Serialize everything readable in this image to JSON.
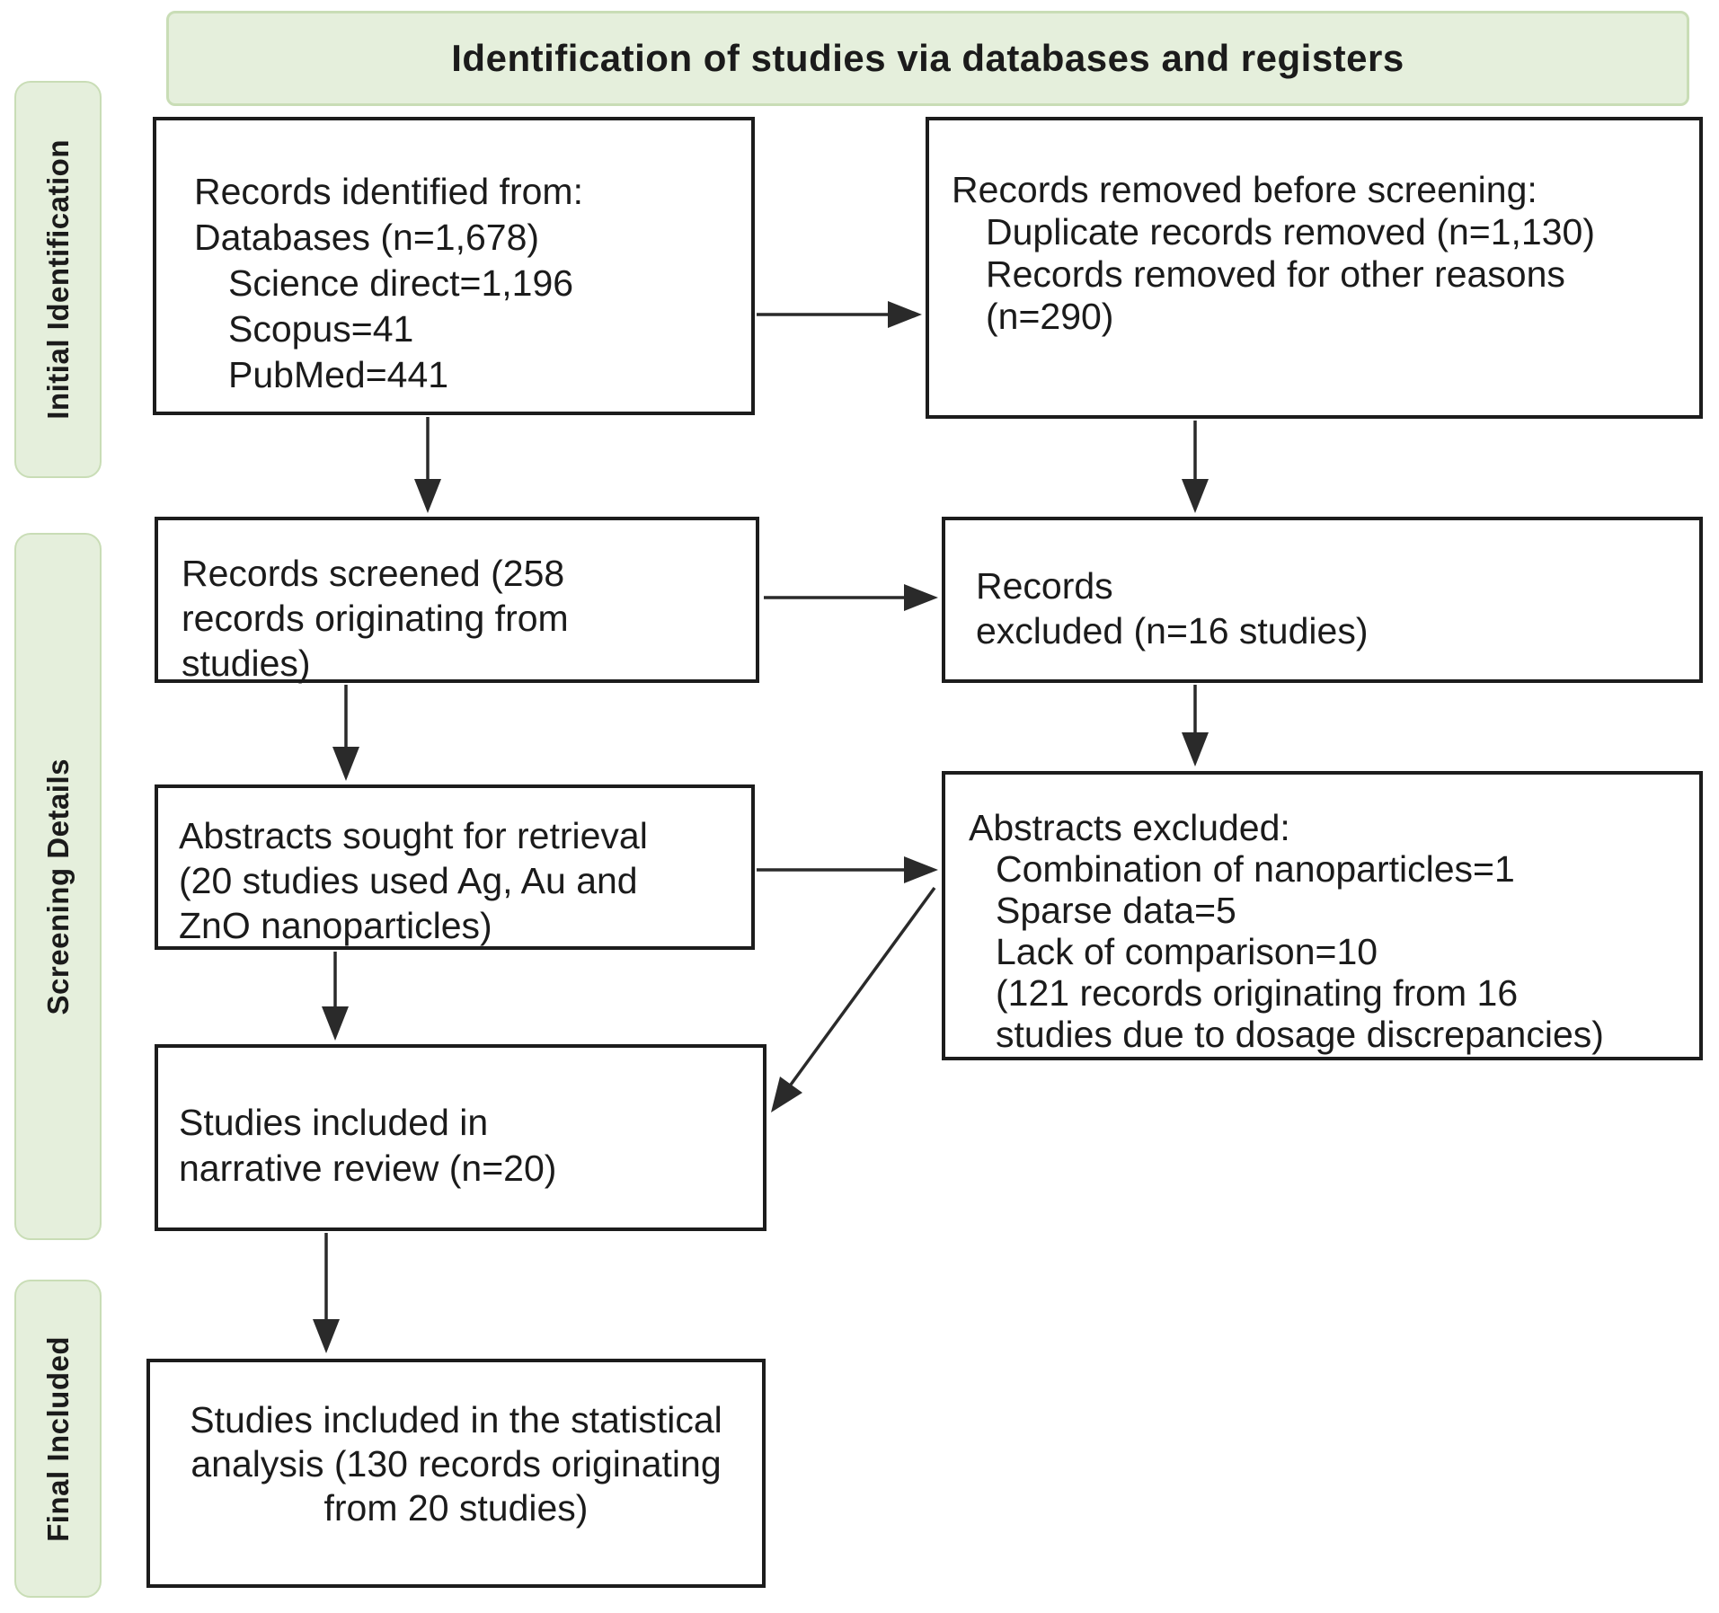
{
  "header": {
    "title": "Identification of studies via databases and registers"
  },
  "sidebar": {
    "sections": [
      {
        "label": "Initial Identification"
      },
      {
        "label": "Screening Details"
      },
      {
        "label": "Final Included"
      }
    ]
  },
  "boxes": {
    "records_identified": {
      "lines": [
        {
          "text": "Records identified from:"
        },
        {
          "text": "Databases (n=1,678)"
        },
        {
          "text": "Science direct=1,196"
        },
        {
          "text": "Scopus=41"
        },
        {
          "text": "PubMed=441"
        }
      ]
    },
    "records_removed": {
      "lines": [
        {
          "text": "Records removed before screening:"
        },
        {
          "text": "Duplicate records removed (n=1,130)"
        },
        {
          "text": "Records removed for other reasons"
        },
        {
          "text": "(n=290)"
        }
      ]
    },
    "records_screened": {
      "lines": [
        {
          "text": "Records screened (258"
        },
        {
          "text": "records originating from"
        },
        {
          "text": "studies)"
        }
      ]
    },
    "records_excluded": {
      "lines": [
        {
          "text": "Records"
        },
        {
          "text": "excluded (n=16 studies)"
        }
      ]
    },
    "abstracts_sought": {
      "lines": [
        {
          "text": "Abstracts sought for retrieval"
        },
        {
          "text": "(20 studies used Ag, Au and"
        },
        {
          "text": "ZnO nanoparticles)"
        }
      ]
    },
    "abstracts_excluded": {
      "lines": [
        {
          "text": "Abstracts excluded:"
        },
        {
          "text": "Combination of nanoparticles=1"
        },
        {
          "text": "Sparse data=5"
        },
        {
          "text": "Lack of comparison=10"
        },
        {
          "text": "(121 records originating from 16"
        },
        {
          "text": "studies due to dosage discrepancies)"
        }
      ]
    },
    "narrative_review": {
      "lines": [
        {
          "text": "Studies included in"
        },
        {
          "text": "narrative review (n=20)"
        }
      ]
    },
    "statistical_analysis": {
      "lines": [
        {
          "text": "Studies included in the statistical"
        },
        {
          "text": "analysis (130 records originating"
        },
        {
          "text": "from 20 studies)"
        }
      ]
    }
  },
  "colors": {
    "band_fill": "#e5efdc",
    "band_border": "#c9ddb6",
    "box_border": "#1c1c1c",
    "text": "#1b1b1b",
    "arrow": "#2a2a2a",
    "background": "#ffffff"
  }
}
